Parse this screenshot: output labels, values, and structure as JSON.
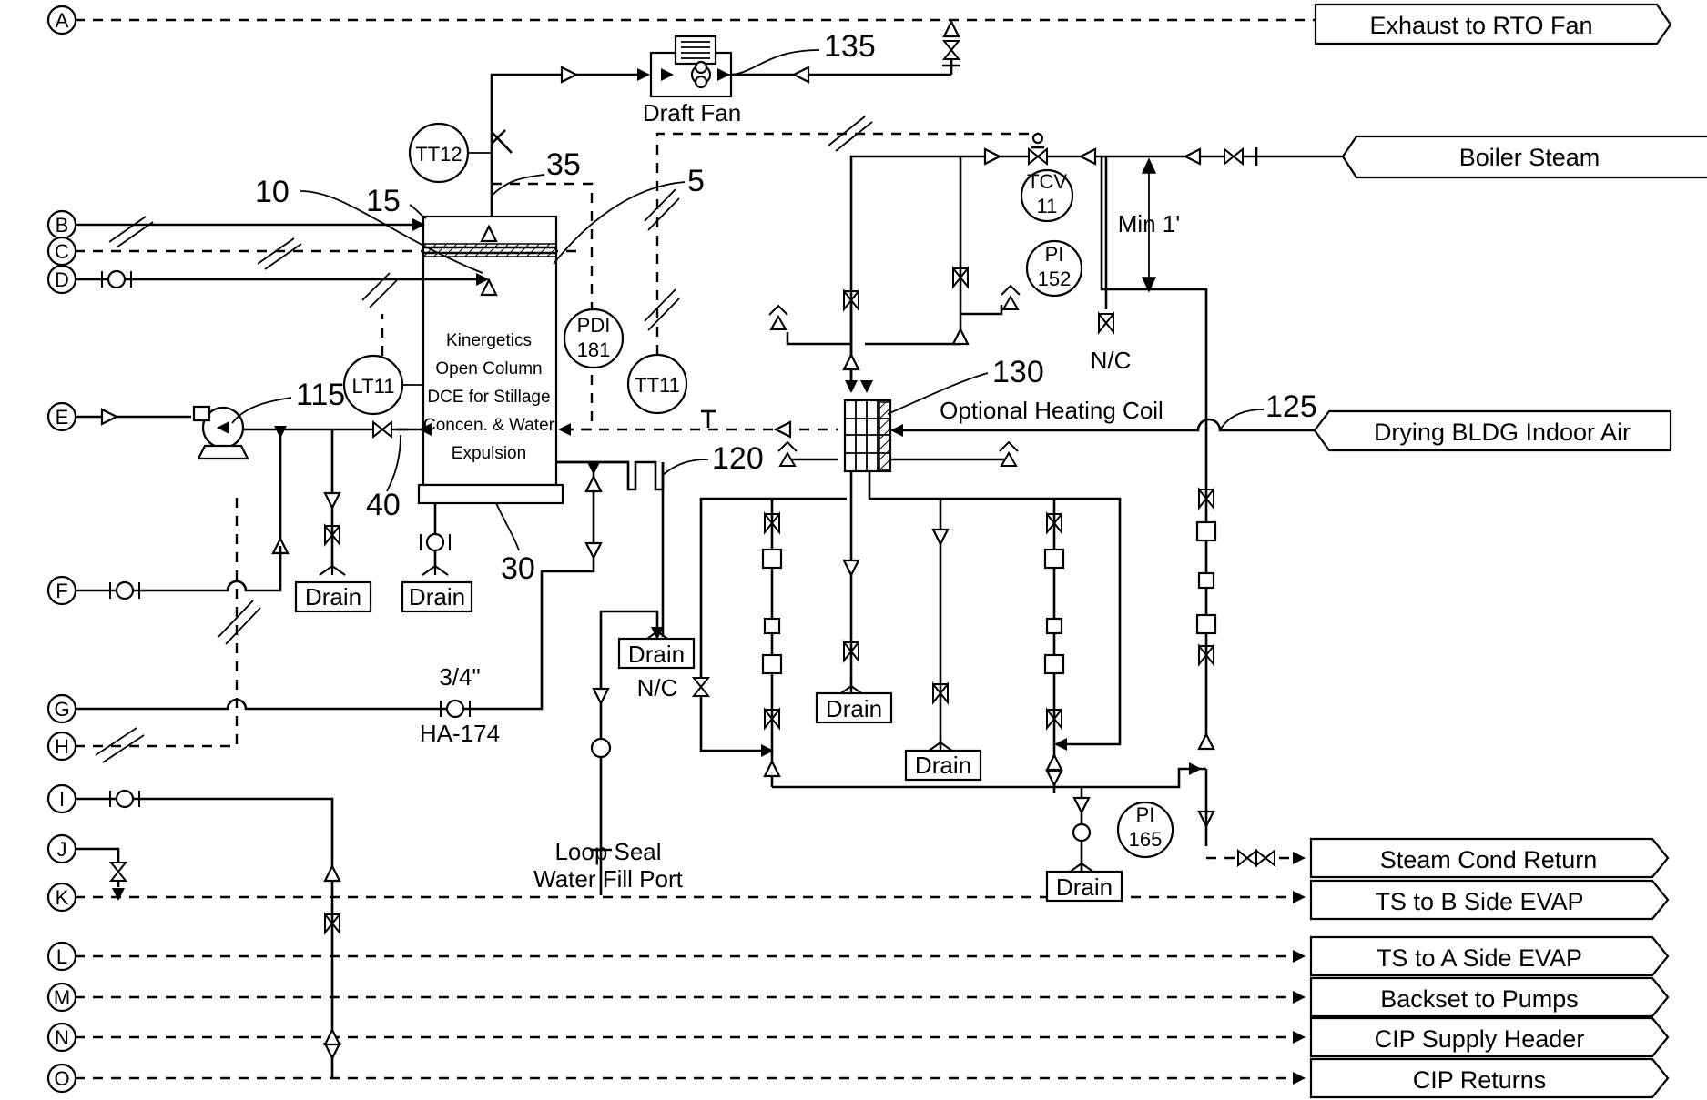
{
  "line_letters": [
    "A",
    "B",
    "C",
    "D",
    "E",
    "F",
    "G",
    "H",
    "I",
    "J",
    "K",
    "L",
    "M",
    "N",
    "O"
  ],
  "destinations": {
    "exhaust": "Exhaust to RTO Fan",
    "boiler": "Boiler Steam",
    "drying_air": "Drying BLDG Indoor Air",
    "steam_cond": "Steam Cond Return",
    "ts_b": "TS to B Side EVAP",
    "ts_a": "TS to A Side EVAP",
    "backset": "Backset to Pumps",
    "cip_supply": "CIP Supply Header",
    "cip_returns": "CIP Returns"
  },
  "refs": {
    "r5": "5",
    "r10": "10",
    "r15": "15",
    "r30": "30",
    "r35": "35",
    "r40": "40",
    "r115": "115",
    "r120": "120",
    "r125": "125",
    "r130": "130",
    "r135": "135"
  },
  "instruments": {
    "tt12": "TT12",
    "lt11": "LT11",
    "pdi": [
      "PDI",
      "181"
    ],
    "tt11": "TT11",
    "tcv": [
      "TCV",
      "11"
    ],
    "pi152": [
      "PI",
      "152"
    ],
    "pi165": [
      "PI",
      "165"
    ]
  },
  "column_text": [
    "Kinergetics",
    "Open Column",
    "DCE for Stillage",
    "Concen. & Water",
    "Expulsion"
  ],
  "labels": {
    "draft_fan": "Draft Fan",
    "heating_coil": "Optional Heating Coil",
    "drain": "Drain",
    "nc": "N/C",
    "min": "Min 1'",
    "pipe_size": "3/4\"",
    "ha": "HA-174",
    "loop_seal": "Loop Seal",
    "fill_port": "Water Fill Port"
  }
}
